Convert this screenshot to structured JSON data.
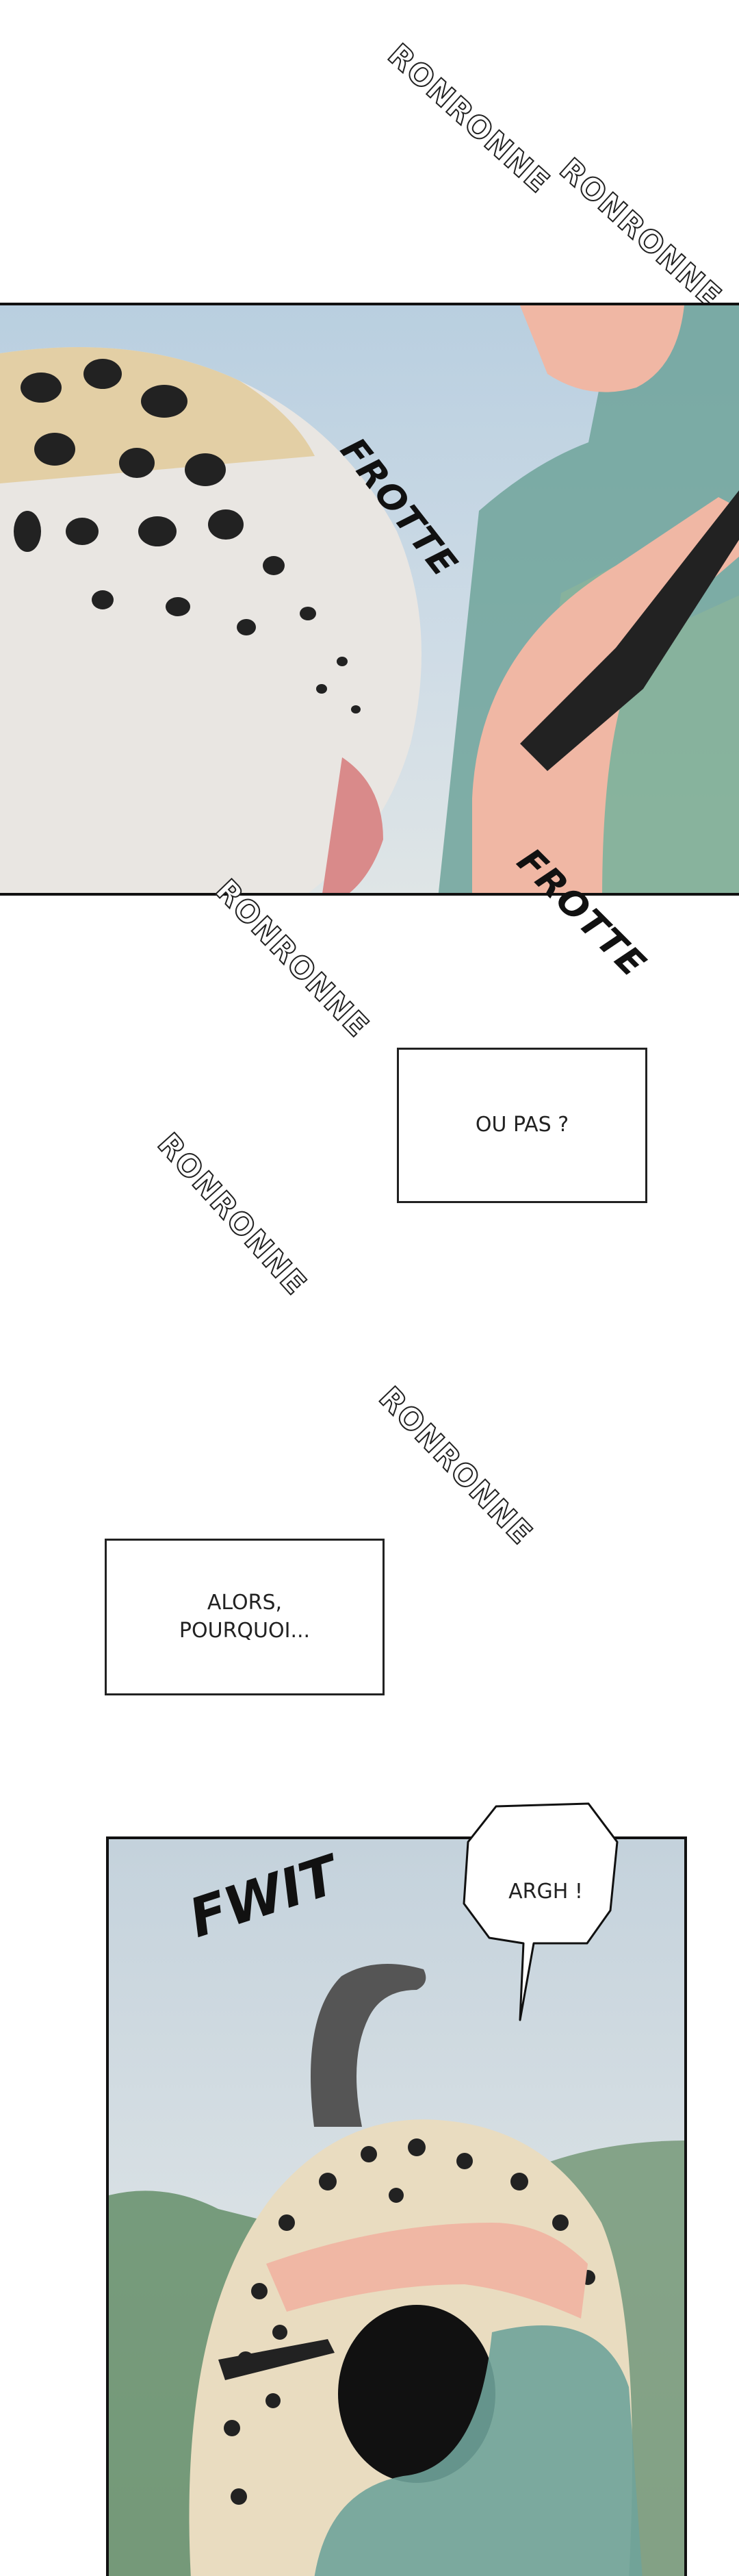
{
  "sfx": {
    "purr_1": "RONRONNE",
    "purr_2": "RONRONNE",
    "rub_1": "FROTTE",
    "rub_2": "FROTTE",
    "purr_3": "RONRONNE",
    "purr_4": "RONRONNE",
    "purr_5": "RONRONNE",
    "whip": "FWIT"
  },
  "captions": {
    "caption_1": "OU PAS ?",
    "caption_2_line1": "ALORS,",
    "caption_2_line2": "POURQUOI..."
  },
  "speech": {
    "bubble_1": "ARGH !"
  },
  "colors": {
    "sky": "#b9cfe0",
    "fur": "#e9dcc0",
    "skin": "#f0b7a4",
    "shirt": "#6fa39a"
  }
}
